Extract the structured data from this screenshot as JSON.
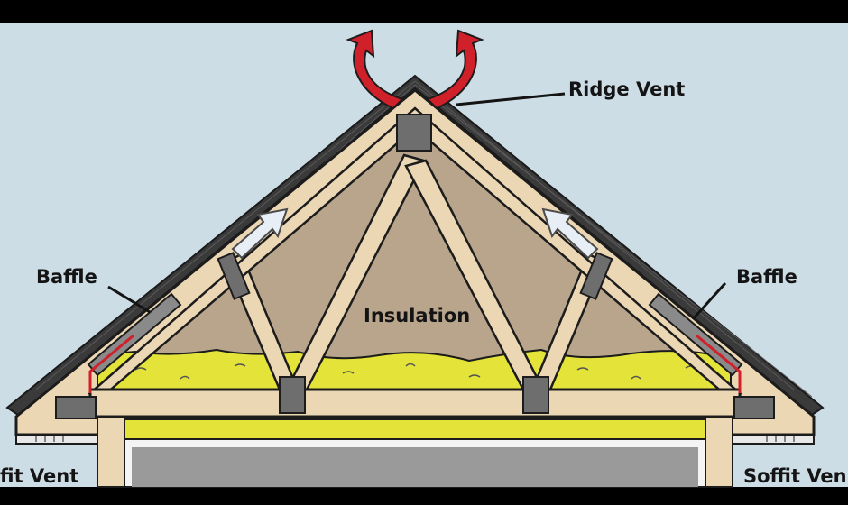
{
  "labels": {
    "ridge_vent": "Ridge Vent",
    "baffle_left": "Baffle",
    "baffle_right": "Baffle",
    "insulation": "Insulation",
    "soffit_left": "fit Vent",
    "soffit_right": "Soffit Ven"
  },
  "colors": {
    "sky": "#cddde6",
    "letterbox": "#000000",
    "shingle": "#3a3a3a",
    "wood": "#ecd7b5",
    "wood_outline": "#1c1c1c",
    "attic_space": "#b8a58c",
    "insulation": "#e3e33a",
    "block": "#6e6e6e",
    "airflow_in": "#e8eef5",
    "airflow_out": "#d0202a",
    "baffle_seal": "#d0202a"
  },
  "icons": {
    "ridge_airflow": "curved-arrow-icon",
    "attic_airflow": "straight-arrow-icon"
  }
}
